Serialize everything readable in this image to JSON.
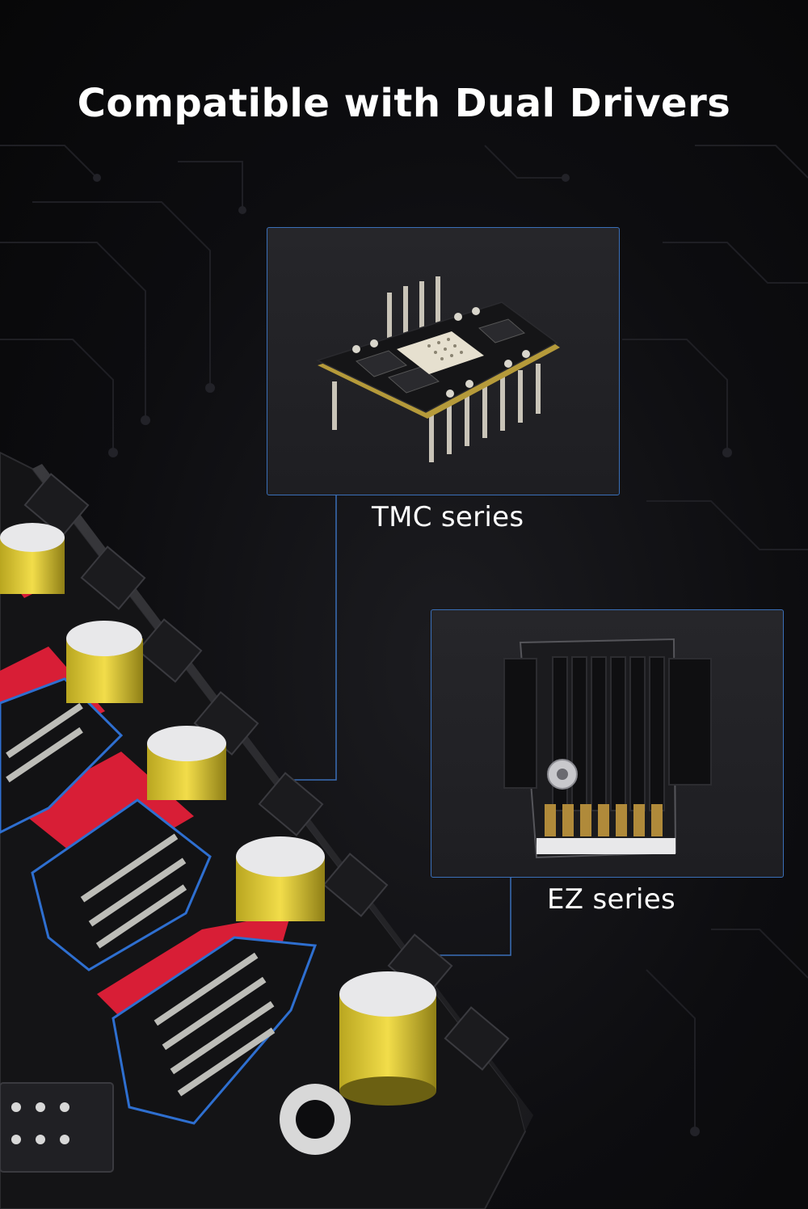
{
  "headline": "Compatible with Dual Drivers",
  "drivers": [
    {
      "caption": "TMC series",
      "icon": "tmc-driver-module-icon"
    },
    {
      "caption": "EZ series",
      "icon": "ez-driver-module-icon"
    }
  ],
  "colors": {
    "background": "#0b0b0d",
    "panel_border": "#3a6fb8",
    "text": "#ffffff",
    "socket_red": "#e0203a",
    "capacitor_yellow": "#e8d23c"
  }
}
